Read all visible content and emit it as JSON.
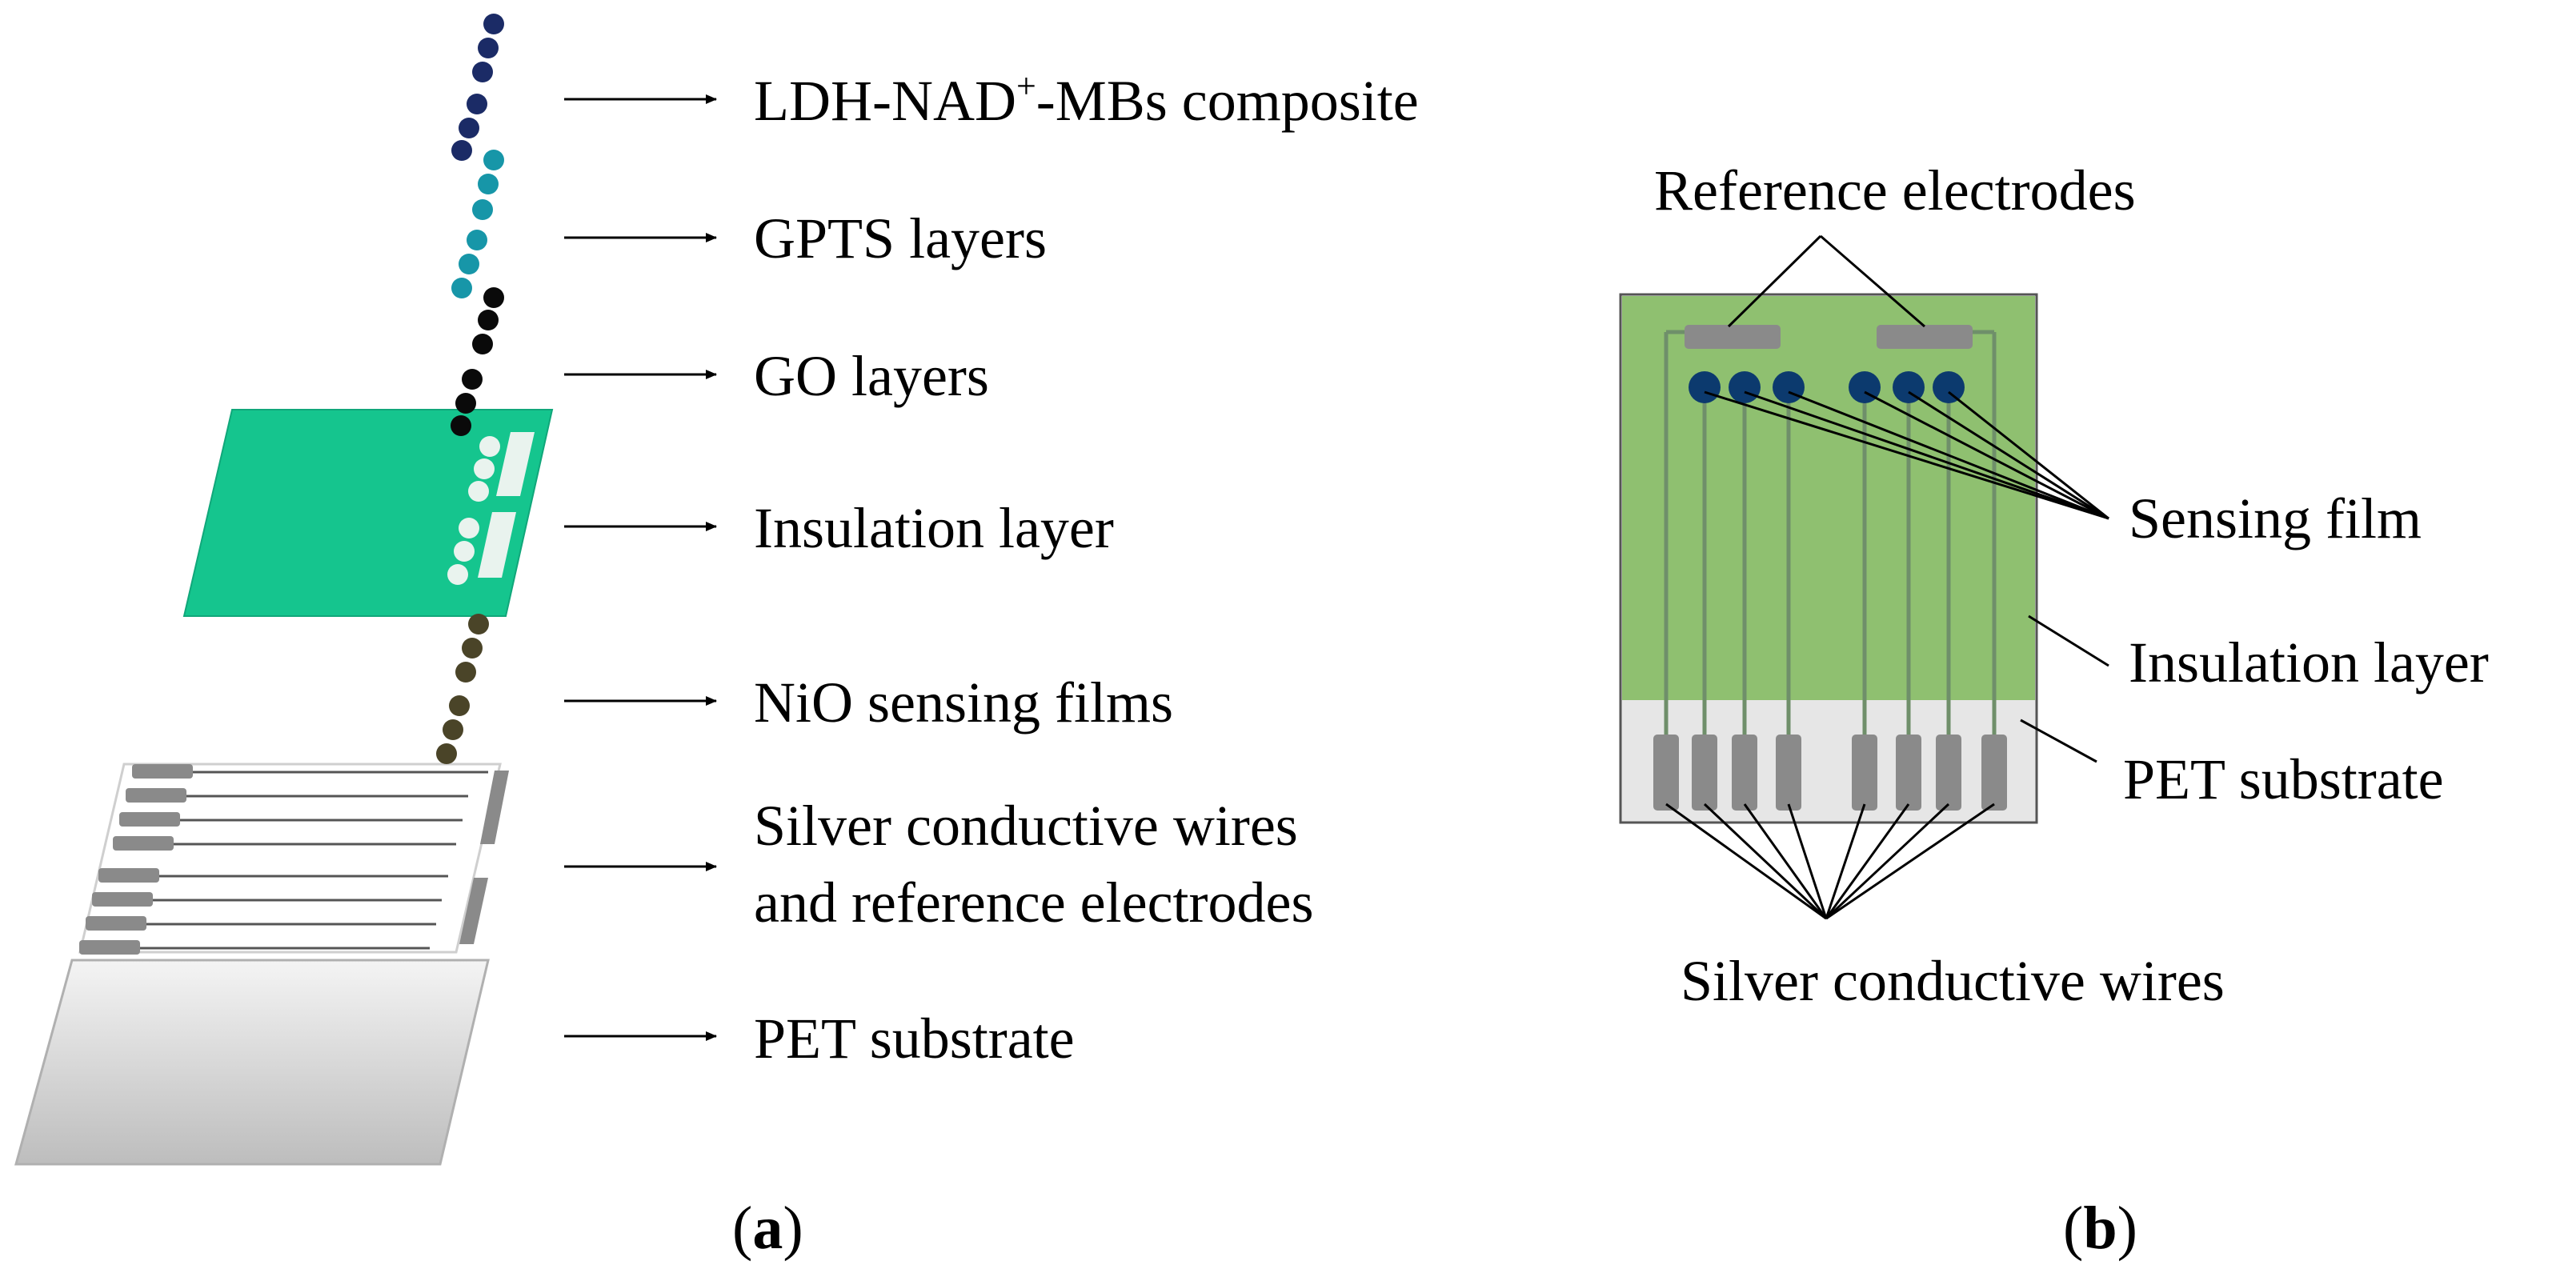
{
  "panel_a": {
    "caption_parts": [
      "(",
      "a",
      ")"
    ],
    "labels": {
      "ldh_main": "LDH-NAD",
      "ldh_sup": "+",
      "ldh_rest": "-MBs composite",
      "gpts": "GPTS layers",
      "go": "GO layers",
      "insulation": "Insulation layer",
      "nio": "NiO sensing films",
      "silver_line1": "Silver conductive wires",
      "silver_line2": "and reference electrodes",
      "pet": "PET substrate"
    }
  },
  "panel_b": {
    "caption_parts": [
      "(",
      "b",
      ")"
    ],
    "labels": {
      "reference": "Reference electrodes",
      "sensing": "Sensing film",
      "insulation": "Insulation layer",
      "pet": "PET substrate",
      "silver": "Silver conductive wires"
    }
  },
  "colors": {
    "ldh_bead": "#1b2b66",
    "gpts_bead": "#1796a8",
    "go_bead": "#0a0a0a",
    "nio_bead": "#4a4428",
    "insulation_a": "#15c58e",
    "insulation_b": "#8fc070",
    "sensing_b": "#0c3a6e",
    "electrode": "#8a8a8a",
    "pet": "#e6e6e6"
  }
}
